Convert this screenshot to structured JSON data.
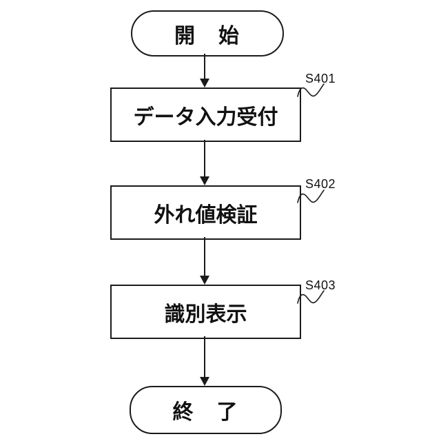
{
  "figure": {
    "type": "flowchart",
    "background_color": "#ffffff",
    "stroke_color": "#1a1a1a",
    "text_color": "#111111"
  },
  "flowchart": {
    "start": {
      "label": "開　始"
    },
    "steps": [
      {
        "label": "データ入力受付",
        "ref": "S401"
      },
      {
        "label": "外れ値検証",
        "ref": "S402"
      },
      {
        "label": "識別表示",
        "ref": "S403"
      }
    ],
    "end": {
      "label": "終　了"
    }
  }
}
